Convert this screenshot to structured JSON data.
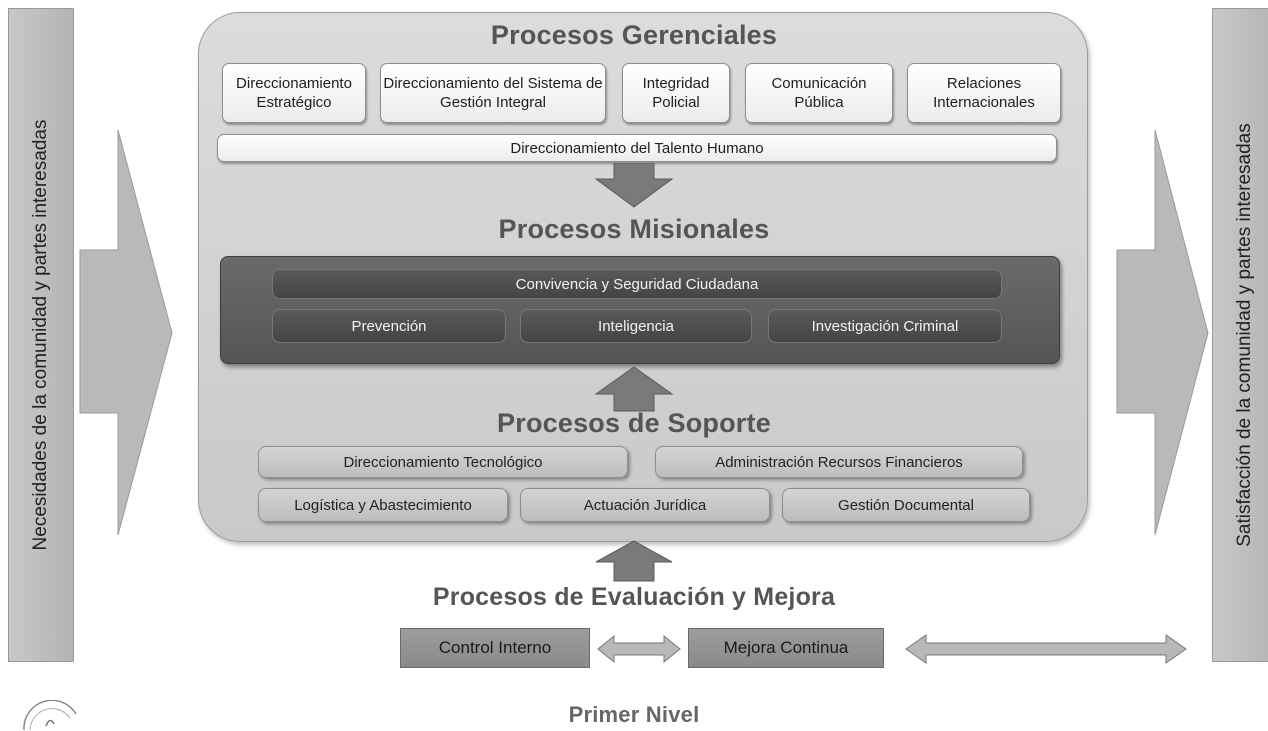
{
  "left_bar": {
    "label": "Necesidades de la comunidad y partes interesadas"
  },
  "right_bar": {
    "label": "Satisfacción de la comunidad y partes interesadas"
  },
  "gerenciales": {
    "title": "Procesos Gerenciales",
    "items": [
      "Direccionamiento Estratégico",
      "Direccionamiento del Sistema de Gestión Integral",
      "Integridad Policial",
      "Comunicación Pública",
      "Relaciones Internacionales"
    ],
    "wide_item": "Direccionamiento del Talento Humano"
  },
  "misionales": {
    "title": "Procesos Misionales",
    "main": "Convivencia y Seguridad Ciudadana",
    "items": [
      "Prevención",
      "Inteligencia",
      "Investigación Criminal"
    ]
  },
  "soporte": {
    "title": "Procesos de Soporte",
    "row1": [
      "Direccionamiento Tecnológico",
      "Administración Recursos Financieros"
    ],
    "row2": [
      "Logística y Abastecimiento",
      "Actuación Jurídica",
      "Gestión Documental"
    ]
  },
  "evaluacion": {
    "title": "Procesos de Evaluación y Mejora",
    "items": [
      "Control Interno",
      "Mejora Continua"
    ]
  },
  "footer": {
    "level": "Primer Nivel"
  },
  "colors": {
    "panel": "#d2d2d2",
    "dark": "#555555",
    "bar": "#bebebe",
    "arrow": "#7a7a7a"
  }
}
